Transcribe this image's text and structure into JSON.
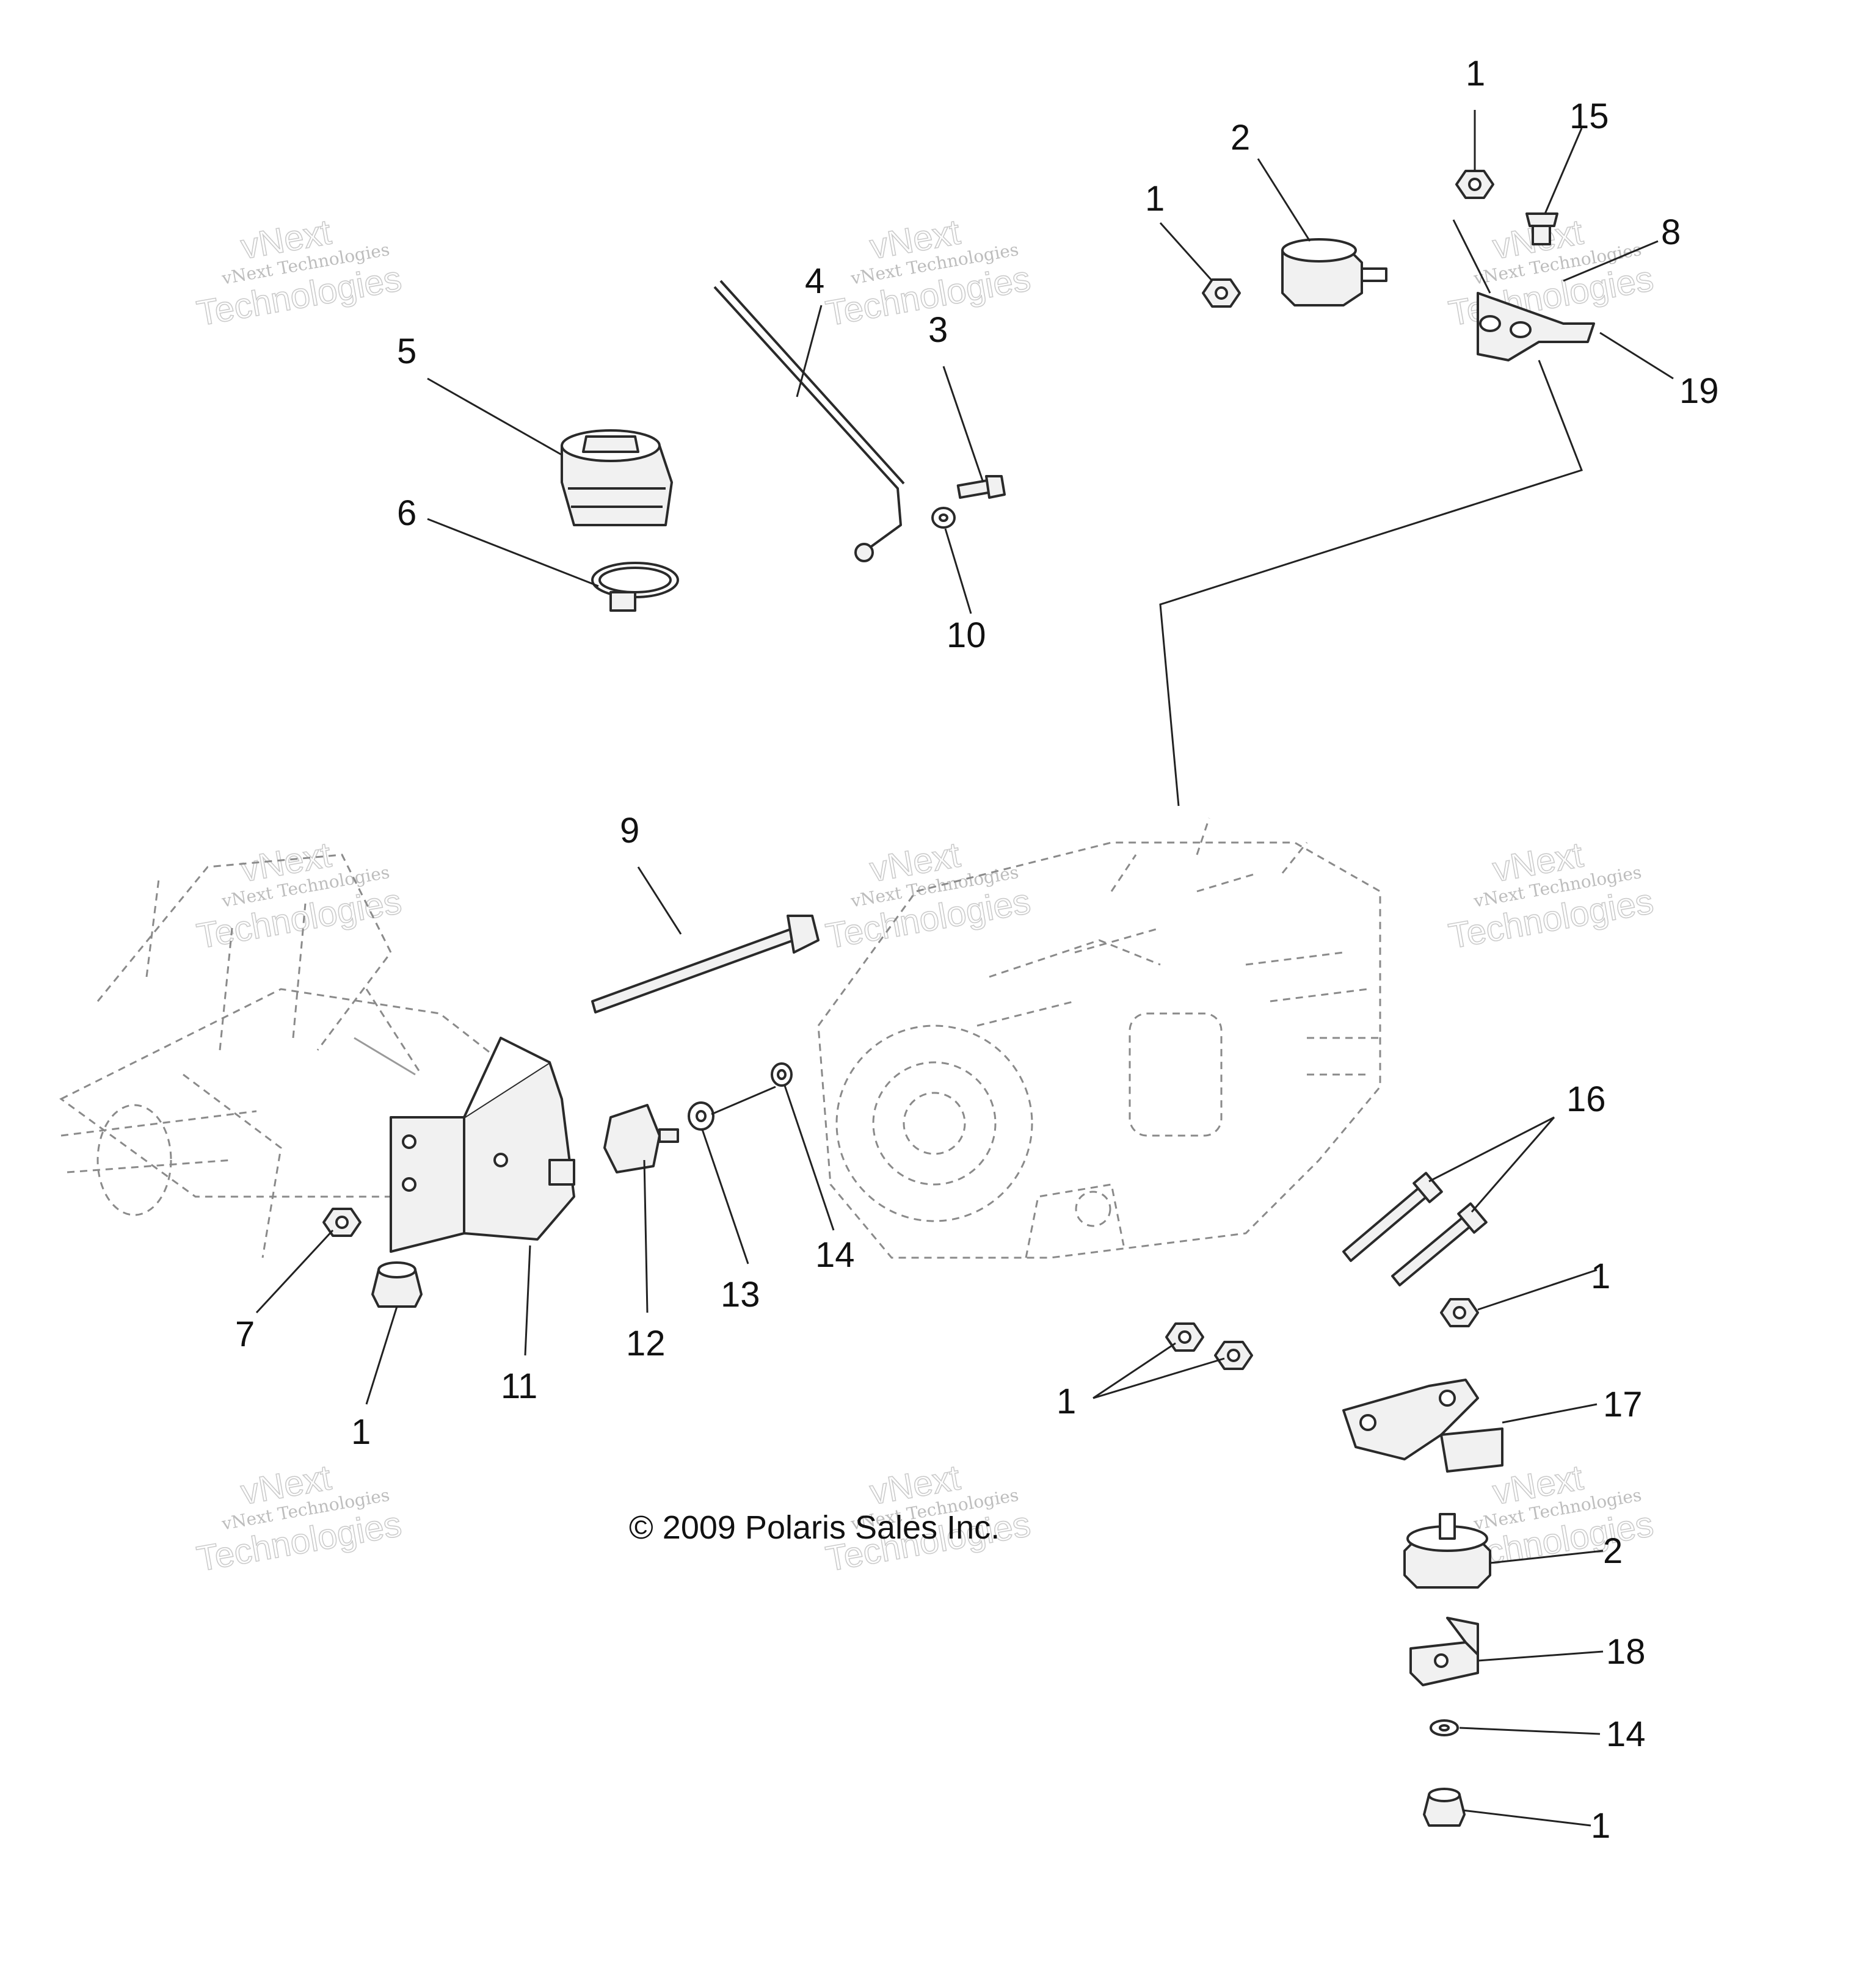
{
  "copyright": "© 2009 Polaris Sales Inc.",
  "watermark": {
    "line_small": "vNext Technologies",
    "line_big_1": "vNext",
    "line_big_2": "Technologies"
  },
  "callouts": [
    {
      "id": "c-1-top",
      "label": "1"
    },
    {
      "id": "c-15",
      "label": "15"
    },
    {
      "id": "c-8",
      "label": "8"
    },
    {
      "id": "c-19",
      "label": "19"
    },
    {
      "id": "c-2-top",
      "label": "2"
    },
    {
      "id": "c-1-topmid",
      "label": "1"
    },
    {
      "id": "c-4",
      "label": "4"
    },
    {
      "id": "c-3",
      "label": "3"
    },
    {
      "id": "c-10",
      "label": "10"
    },
    {
      "id": "c-5",
      "label": "5"
    },
    {
      "id": "c-6",
      "label": "6"
    },
    {
      "id": "c-9",
      "label": "9"
    },
    {
      "id": "c-16",
      "label": "16"
    },
    {
      "id": "c-14-mid",
      "label": "14"
    },
    {
      "id": "c-13",
      "label": "13"
    },
    {
      "id": "c-12",
      "label": "12"
    },
    {
      "id": "c-11",
      "label": "11"
    },
    {
      "id": "c-7",
      "label": "7"
    },
    {
      "id": "c-1-left",
      "label": "1"
    },
    {
      "id": "c-1-right",
      "label": "1"
    },
    {
      "id": "c-1-bottommid",
      "label": "1"
    },
    {
      "id": "c-17",
      "label": "17"
    },
    {
      "id": "c-2-bottom",
      "label": "2"
    },
    {
      "id": "c-18",
      "label": "18"
    },
    {
      "id": "c-14-bottom",
      "label": "14"
    },
    {
      "id": "c-1-bottom",
      "label": "1"
    }
  ]
}
